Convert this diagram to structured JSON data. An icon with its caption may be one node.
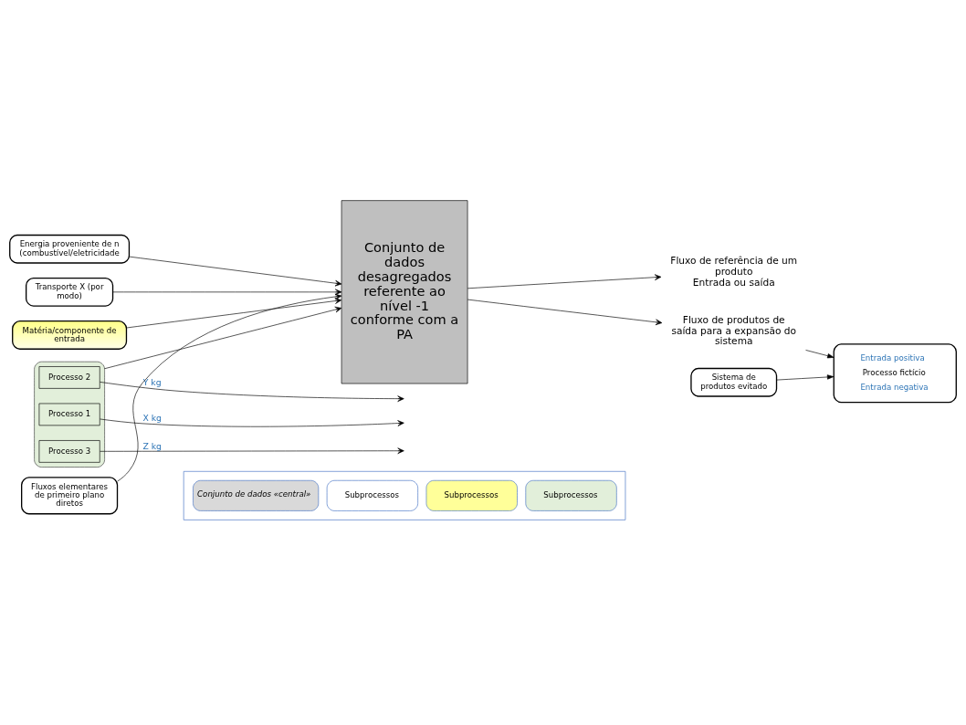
{
  "diagram": {
    "nodes": [
      {
        "text": [
          "Energia proveniente de n (combustível/eletricidade"
        ]
      },
      {
        "text": [
          "Transporte X (por modo)"
        ]
      },
      {
        "text": [
          "Matéria/componente de entrada"
        ]
      },
      {
        "text": [],
        "shape": "box"
      },
      {
        "text": [
          "Processo 1"
        ],
        "in": 3
      },
      {
        "text": [
          "Processo 2"
        ],
        "in": 3
      },
      {
        "text": [
          "Processo 3"
        ],
        "in": 3
      },
      {
        "text": [
          "Conjunto de dados desagregados referente ao nível -1 conforme com a PA"
        ]
      },
      {
        "text": [
          "Fluxo de referência de um produto",
          "Entrada ou saída"
        ]
      },
      {
        "text": [
          "Fluxo de produtos de saída para a expansão do sistema"
        ]
      },
      {
        "text": [
          "Entrada positiva",
          "Processo fictício",
          "Entrada negativa"
        ]
      },
      {
        "text": [
          "Sistema de produtos evitado"
        ]
      },
      {
        "text": [
          "Fluxos elementares de primeiro plano diretos"
        ]
      }
    ],
    "edges": [
      {
        "from": 0,
        "to": 7,
        "arrow": "to"
      },
      {
        "from": 1,
        "to": 7,
        "arrow": "to"
      },
      {
        "from": 2,
        "to": 7,
        "arrow": "to"
      },
      {
        "from": 3,
        "to": 7,
        "arrow": "to"
      },
      {
        "from": 4,
        "to": null,
        "arrow": "to",
        "label": "X kg"
      },
      {
        "from": 5,
        "to": null,
        "arrow": "to",
        "label": "Y kg"
      },
      {
        "from": 6,
        "to": null,
        "arrow": "to",
        "label": "Z kg"
      },
      {
        "from": 7,
        "to": 8,
        "arrow": "to"
      },
      {
        "from": 7,
        "to": 9,
        "arrow": "to"
      },
      {
        "from": 9,
        "to": 10,
        "arrow": "to"
      },
      {
        "from": 11,
        "to": 10,
        "arrow": "to"
      },
      {
        "from": 12,
        "to": 7,
        "arrow": "to"
      }
    ],
    "legend": [
      {
        "text": "Conjunto de dados «central»",
        "color": "#d9d9d9"
      },
      {
        "text": "Subprocessos",
        "color": "#ffffff"
      },
      {
        "text": "Subprocessos",
        "color": "#ffff99"
      },
      {
        "text": "Subprocessos",
        "color": "#e2efda"
      }
    ]
  }
}
